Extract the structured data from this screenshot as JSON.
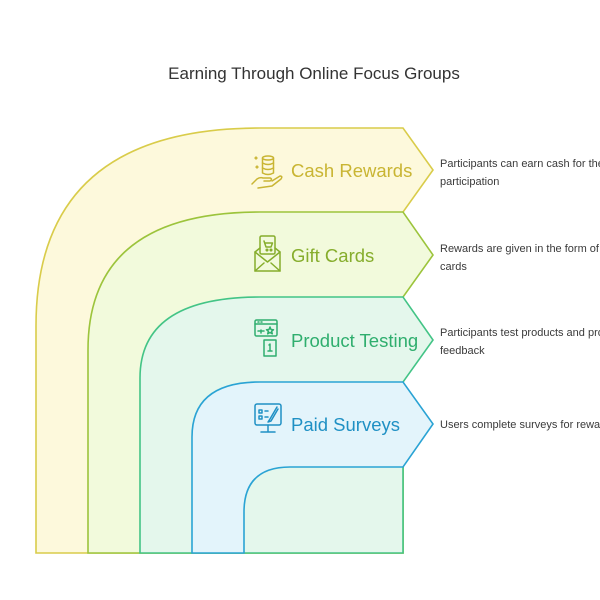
{
  "title": "Earning Through Online Focus Groups",
  "levels": [
    {
      "label": "Cash Rewards",
      "icon": "cash-hand-icon",
      "description_lines": [
        "Participants can earn cash for their",
        "participation"
      ],
      "fill": "#fdf9dc",
      "stroke": "#d9cc4a",
      "text_color": "#c9b533"
    },
    {
      "label": "Gift Cards",
      "icon": "gift-card-icon",
      "description_lines": [
        "Rewards are given in the form of gift",
        "cards"
      ],
      "fill": "#f2fadc",
      "stroke": "#9cc43c",
      "text_color": "#86ad2c"
    },
    {
      "label": "Product Testing",
      "icon": "product-testing-icon",
      "description_lines": [
        "Participants test products and provide",
        "feedback"
      ],
      "fill": "#e4f7ec",
      "stroke": "#43c486",
      "text_color": "#2fae6e"
    },
    {
      "label": "Paid Surveys",
      "icon": "survey-monitor-icon",
      "description_lines": [
        "Users complete surveys for rewards"
      ],
      "fill": "#e3f4fb",
      "stroke": "#2aa3d4",
      "text_color": "#1f90c4"
    }
  ]
}
